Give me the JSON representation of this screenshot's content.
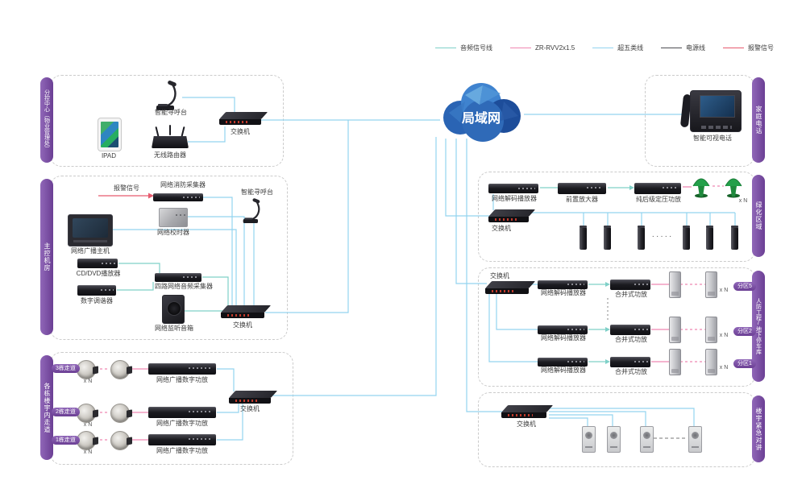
{
  "colors": {
    "audio": "#7fd0c8",
    "speaker": "#ef87b2",
    "cat5": "#93d4ef",
    "power": "#4d4d52",
    "alarm": "#e65a6e",
    "purpleLight": "#9067b8",
    "purpleDark": "#6b3f94"
  },
  "legend": {
    "items": [
      {
        "label": "音频信号线",
        "color": "#7fd0c8"
      },
      {
        "label": "ZR-RVV2x1.5",
        "color": "#ef87b2"
      },
      {
        "label": "超五类线",
        "color": "#93d4ef"
      },
      {
        "label": "电源线",
        "color": "#4d4d52"
      },
      {
        "label": "报警信号",
        "color": "#e65a6e"
      }
    ]
  },
  "cloud": {
    "label": "局域网"
  },
  "sections": {
    "subControl": {
      "title": "分控中心（物业管理处）",
      "paging": "智能寻呼台",
      "ipad": "IPAD",
      "router": "无线路由器",
      "switch": "交换机"
    },
    "mainControl": {
      "title": "主控机房",
      "alarm": "报警信号",
      "fireCollector": "网络消防采集器",
      "paging": "智能寻呼台",
      "timer": "网络校时器",
      "host": "网络广播主机",
      "cd": "CD/DVD播放器",
      "audioCollector": "四路网络音频采集器",
      "tuner": "数字调谐器",
      "monitorSpeaker": "网络监听音箱",
      "switch": "交换机"
    },
    "corridors": {
      "title": "各栋楼宇内走道",
      "switch": "交换机",
      "amp": "网络广播数字功放",
      "xn": "x N",
      "rows": [
        {
          "badge": "3栋走道"
        },
        {
          "badge": "2栋走道"
        },
        {
          "badge": "1栋走道"
        }
      ]
    },
    "homePhone": {
      "title": "家庭电话",
      "phone": "智能可视电话"
    },
    "greenArea": {
      "title": "绿化区域",
      "decoder": "网络解码播放器",
      "preamp": "前置放大器",
      "powerAmp": "纯后级定压功放",
      "xn": "x N",
      "switch": "交换机",
      "dots": "·····"
    },
    "parking": {
      "title": "人防工程/地下停车库",
      "switch": "交换机",
      "decoder": "网络解码播放器",
      "amp": "合并式功放",
      "xn": "x N",
      "rows": [
        {
          "badge": "分区5"
        },
        {
          "badge": "分区2"
        },
        {
          "badge": "分区1"
        }
      ]
    },
    "intercom": {
      "title": "楼宇紧急对讲",
      "switch": "交换机"
    }
  }
}
